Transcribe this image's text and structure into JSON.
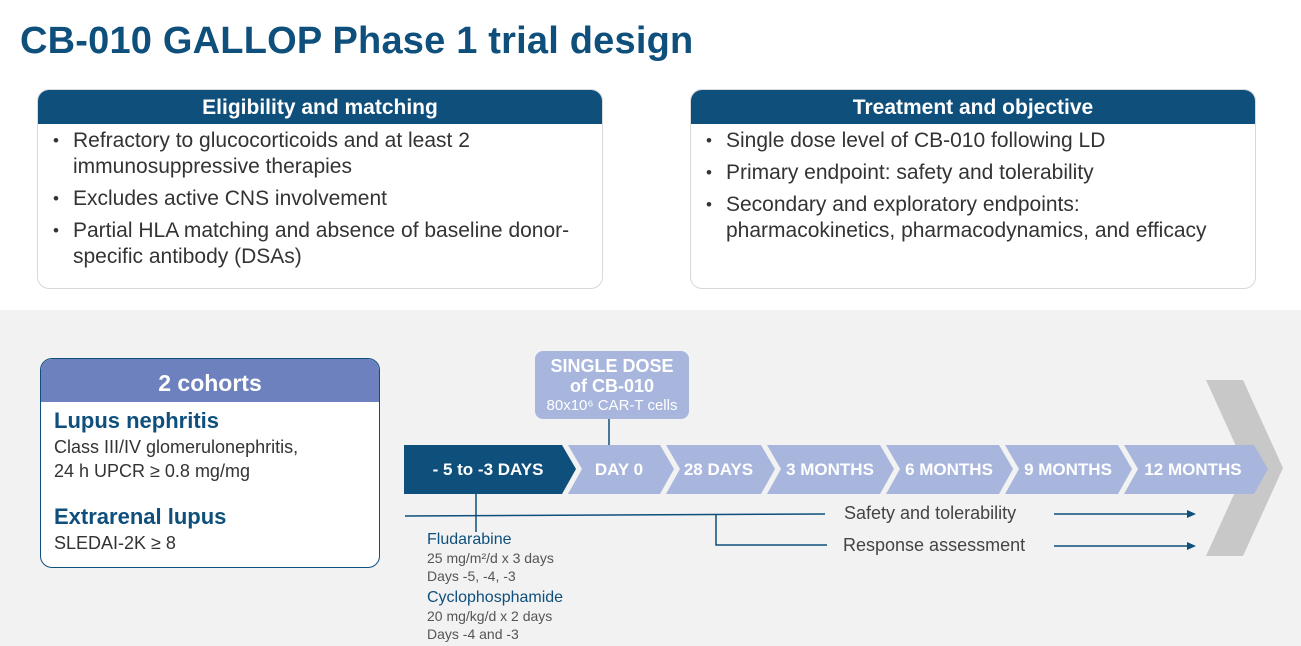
{
  "title": "CB-010 GALLOP Phase 1 trial design",
  "eligibility": {
    "header": "Eligibility and matching",
    "items": [
      "Refractory to glucocorticoids and at least 2 immunosuppressive therapies",
      "Excludes active CNS involvement",
      "Partial HLA matching and absence of baseline donor-specific antibody (DSAs)"
    ]
  },
  "treatment": {
    "header": "Treatment and objective",
    "items": [
      "Single dose level of CB-010 following LD",
      "Primary endpoint: safety and tolerability",
      "Secondary and exploratory endpoints: pharmacokinetics, pharmacodynamics, and efficacy"
    ]
  },
  "cohorts": {
    "header": "2 cohorts",
    "lupus_nephritis": {
      "name": "Lupus nephritis",
      "line1": "Class III/IV glomerulonephritis,",
      "line2": "24 h UPCR ≥ 0.8 mg/mg"
    },
    "extrarenal": {
      "name": "Extrarenal lupus",
      "line1": "SLEDAI-2K ≥ 8"
    }
  },
  "dose": {
    "line1": "SINGLE DOSE",
    "line2": "of CB-010",
    "line3": "80x10⁶ CAR-T cells"
  },
  "timeline": {
    "segments": [
      "- 5 to -3 DAYS",
      "DAY 0",
      "28 DAYS",
      "3 MONTHS",
      "6 MONTHS",
      "9 MONTHS",
      "12 MONTHS"
    ]
  },
  "outcomes": {
    "safety": "Safety and tolerability",
    "response": "Response assessment"
  },
  "lymphodepletion": {
    "drug1": {
      "name": "Fludarabine",
      "dose": "25 mg/m²/d x 3 days",
      "days": "Days -5, -4, -3"
    },
    "drug2": {
      "name": "Cyclophosphamide",
      "dose": "20 mg/kg/d x 2 days",
      "days": "Days -4 and -3"
    }
  },
  "colors": {
    "navy": "#0e4f7c",
    "periwinkle": "#6c81be",
    "light_periwinkle": "#a8b6de",
    "chevron_gray": "#c8c8c8",
    "band_gray": "#f2f2f2"
  }
}
